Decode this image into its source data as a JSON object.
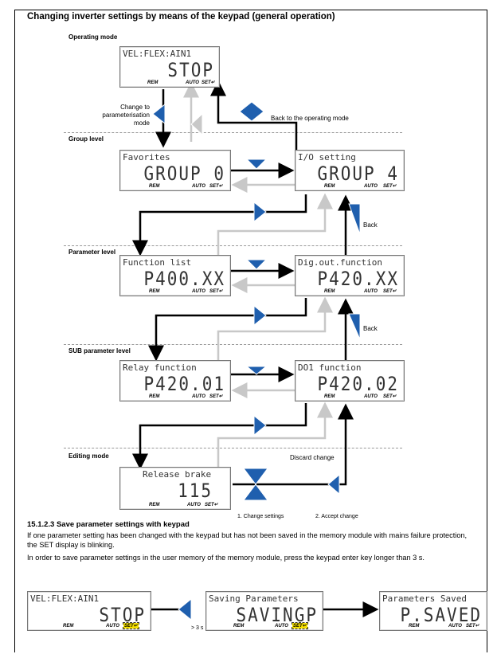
{
  "title": "Changing inverter settings by means of the keypad (general operation)",
  "levels": {
    "operating": "Operating mode",
    "group": "Group level",
    "parameter": "Parameter level",
    "sub": "SUB parameter level",
    "editing": "Editing mode"
  },
  "indicators": {
    "rem": "REM",
    "auto": "AUTO",
    "set": "SET↵"
  },
  "displays": {
    "operating": {
      "top": "VEL:FLEX:AIN1",
      "big": "STOP"
    },
    "group_fav": {
      "top": "Favorites",
      "big": "GROUP 0"
    },
    "group_io": {
      "top": "I/O setting",
      "big": "GROUP 4"
    },
    "param_func": {
      "top": "Function list",
      "big": "P400.XX"
    },
    "param_dig": {
      "top": "Dig.out.function",
      "big": "P420.XX"
    },
    "sub_relay": {
      "top": "Relay function",
      "big": "P420.01"
    },
    "sub_do1": {
      "top": "DO1 function",
      "big": "P420.02"
    },
    "edit": {
      "top": "Release brake",
      "big": "115"
    },
    "save_stop": {
      "top": "VEL:FLEX:AIN1",
      "big": "STOP"
    },
    "saving": {
      "top": "Saving Parameters",
      "big": "SAVINGP"
    },
    "saved": {
      "top": "Parameters Saved",
      "big": "P.SAVED"
    }
  },
  "notes": {
    "change_param": "Change to parameterisation mode",
    "back_operating": "Back to the operating mode",
    "back1": "Back",
    "back2": "Back",
    "discard": "Discard change",
    "change_settings": "1. Change settings",
    "accept": "2. Accept change",
    "hold": "> 3 s"
  },
  "section": {
    "heading": "15.1.2.3     Save parameter settings with keypad",
    "para1": "If one parameter setting has been changed with the keypad but has not been saved in the memory module with mains failure protection, the SET display is blinking.",
    "para2": "In order to save parameter settings in the user memory of the memory module, press the keypad enter key longer than 3 s."
  },
  "colors": {
    "key_blue": "#1f5fae",
    "arrow_gray": "#c8c8c8",
    "highlight": "#f7e200"
  }
}
